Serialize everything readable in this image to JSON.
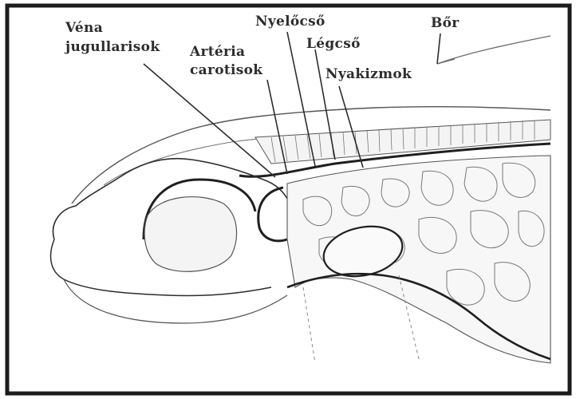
{
  "diagram": {
    "labels": {
      "vena_line1": "Véna",
      "vena_line2": "jugullarisok",
      "arteria_line1": "Artéria",
      "arteria_line2": "carotisok",
      "nyelocso": "Nyelőcső",
      "legcso": "Légcső",
      "nyakizmok": "Nyakizmok",
      "bor": "Bőr"
    },
    "colors": {
      "ink": "#2d2d2d",
      "border": "#1c1c1c",
      "fill_light": "#f2f2f2",
      "background": "#ffffff"
    }
  }
}
